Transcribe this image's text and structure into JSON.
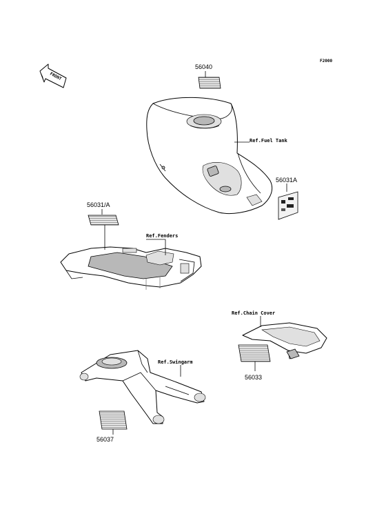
{
  "diagram_code": "F2000",
  "front_arrow_label": "FRONT",
  "parts": {
    "label_56040": "56040",
    "label_56031A_tank": "56031A",
    "label_56031_A_fender": "56031/A",
    "label_56033": "56033",
    "label_56037": "56037"
  },
  "references": {
    "fuel_tank": "Ref.Fuel Tank",
    "fenders": "Ref.Fenders",
    "chain_cover": "Ref.Chain Cover",
    "swingarm": "Ref.Swingarm"
  }
}
